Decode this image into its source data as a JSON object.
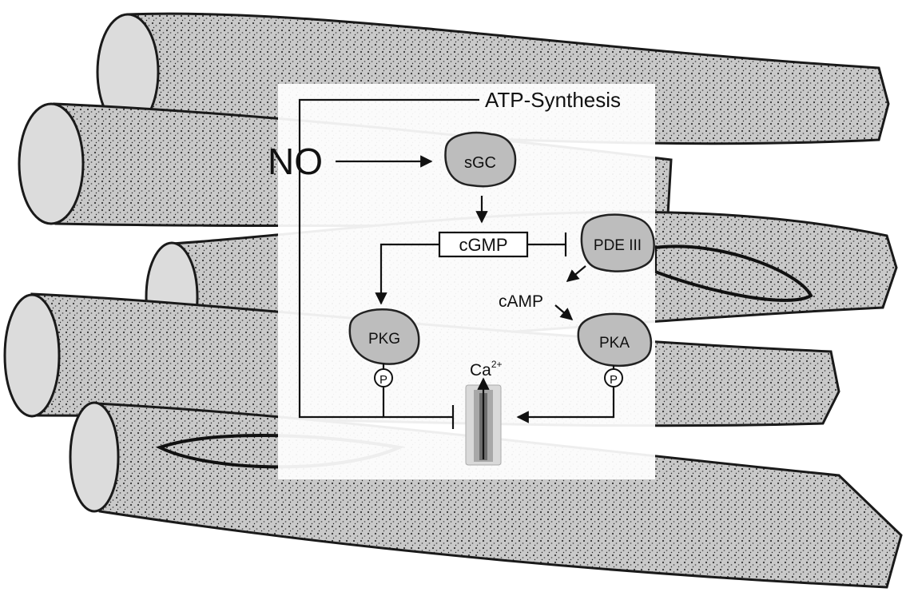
{
  "diagram": {
    "labels": {
      "atp_synthesis": "ATP-Synthesis",
      "no": "NO",
      "sgc": "sGC",
      "cgmp": "cGMP",
      "pde3": "PDE III",
      "camp": "cAMP",
      "pkg": "PKG",
      "pka": "PKA",
      "ca_base": "Ca",
      "ca_sup": "2+",
      "phospho_pkg": "P",
      "phospho_pka": "P"
    },
    "colors": {
      "panel": "#ffffff",
      "enzyme_fill": "#bdbdbd",
      "fiber_fill": "#bfbfbf",
      "channel_outer": "#d9d9d9",
      "channel_inner": "#8c8c8c",
      "line": "#111111"
    }
  }
}
